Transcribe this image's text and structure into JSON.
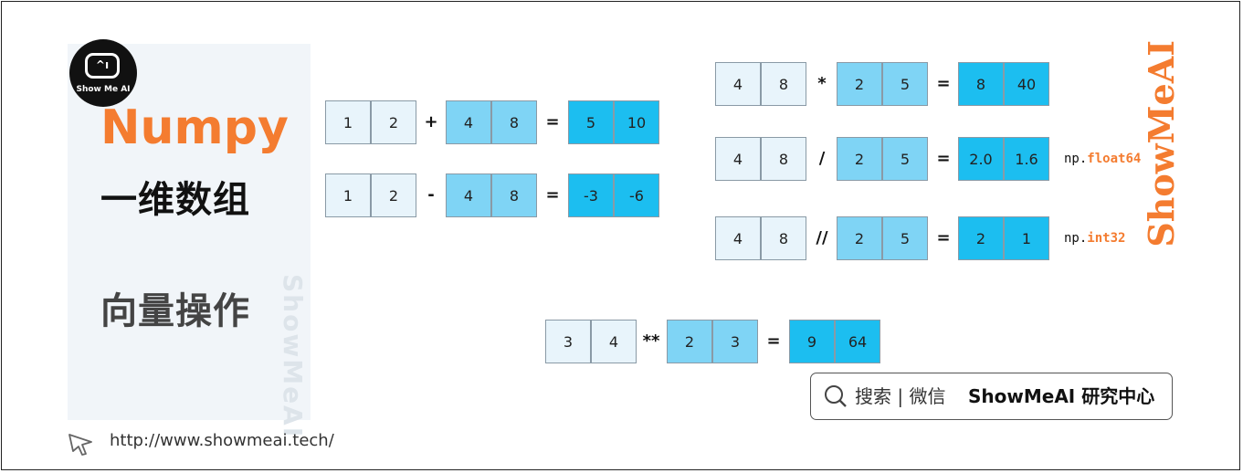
{
  "logo": {
    "text": "Show Me AI",
    "screen_glyph": "^ı"
  },
  "title": {
    "main": "Numpy",
    "sub": "一维数组",
    "section": "向量操作"
  },
  "watermark": {
    "left": "ShowMeAI",
    "right": "ShowMeAI"
  },
  "ops": [
    {
      "a": [
        "1",
        "2"
      ],
      "op": "+",
      "b": [
        "4",
        "8"
      ],
      "r": [
        "5",
        "10"
      ]
    },
    {
      "a": [
        "1",
        "2"
      ],
      "op": "-",
      "b": [
        "4",
        "8"
      ],
      "r": [
        "-3",
        "-6"
      ]
    },
    {
      "a": [
        "4",
        "8"
      ],
      "op": "*",
      "b": [
        "2",
        "5"
      ],
      "r": [
        "8",
        "40"
      ]
    },
    {
      "a": [
        "4",
        "8"
      ],
      "op": "/",
      "b": [
        "2",
        "5"
      ],
      "r": [
        "2.0",
        "1.6"
      ],
      "dtype_prefix": "np.",
      "dtype_name": "float64"
    },
    {
      "a": [
        "4",
        "8"
      ],
      "op": "//",
      "b": [
        "2",
        "5"
      ],
      "r": [
        "2",
        "1"
      ],
      "dtype_prefix": "np.",
      "dtype_name": "int32"
    },
    {
      "a": [
        "3",
        "4"
      ],
      "op": "**",
      "b": [
        "2",
        "3"
      ],
      "r": [
        "9",
        "64"
      ]
    }
  ],
  "equals": "=",
  "search": {
    "label": "搜索 | 微信",
    "brand": "ShowMeAI 研究中心",
    "icon": "search-icon"
  },
  "footer": {
    "url": "http://www.showmeai.tech/",
    "icon": "cursor-icon"
  },
  "colors": {
    "operand1": "#e8f4fb",
    "operand2": "#7fd4f5",
    "result": "#1cbef0",
    "accent": "#f47c30"
  }
}
